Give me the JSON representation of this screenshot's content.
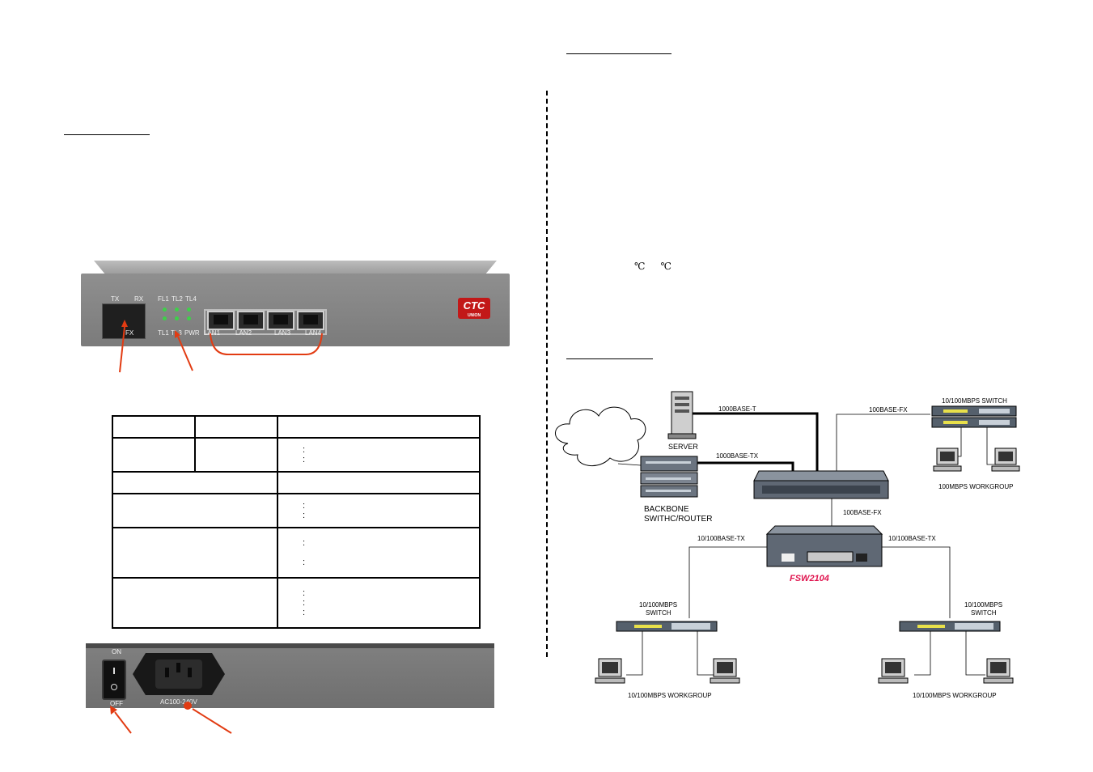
{
  "front_panel": {
    "labels": {
      "tx": "TX",
      "rx": "RX",
      "fx": "FX",
      "fl1": "FL1",
      "tl2": "TL2",
      "tl4": "TL4",
      "tl1": "TL1",
      "tl3": "TL3",
      "pwr": "PWR",
      "lan1": "LAN1",
      "lan2": "LAN2",
      "lan3": "LAN3",
      "lan4": "LAN4"
    },
    "logo": "CTC",
    "logo_sub": "UNION",
    "colors": {
      "callout": "#e23b12",
      "led": "#3fcf4a",
      "logo": "#c21818"
    }
  },
  "spec_table": {
    "rows": [
      [
        "",
        "",
        ""
      ],
      [
        "",
        "",
        ":\n:"
      ],
      [
        "",
        ""
      ],
      [
        "",
        ":\n:"
      ],
      [
        "",
        ":\n\n:"
      ],
      [
        "",
        ":\n:\n:"
      ]
    ]
  },
  "right_text": {
    "temperature": "℃     ℃"
  },
  "rear_panel": {
    "on": "ON",
    "off": "OFF",
    "power": "AC100-240V"
  },
  "diagram": {
    "server": "SERVER",
    "backbone": "BACKBONE",
    "backbone2": "SWITHC/ROUTER",
    "link_1000t": "1000BASE-T",
    "link_1000tx": "1000BASE-TX",
    "link_100fx_top": "100BASE-FX",
    "link_100fx_mid": "100BASE-FX",
    "sw_top_right": "10/100MBPS SWITCH",
    "wg_top_right": "100MBPS WORKGROUP",
    "link_left_tx": "10/100BASE-TX",
    "link_right_tx": "10/100BASE-TX",
    "product": "FSW2104",
    "sw_left": "10/100MBPS",
    "sw_left2": "SWITCH",
    "sw_right": "10/100MBPS",
    "sw_right2": "SWITCH",
    "wg_left": "10/100MBPS WORKGROUP",
    "wg_right": "10/100MBPS WORKGROUP",
    "colors": {
      "product": "#e0154f"
    }
  }
}
